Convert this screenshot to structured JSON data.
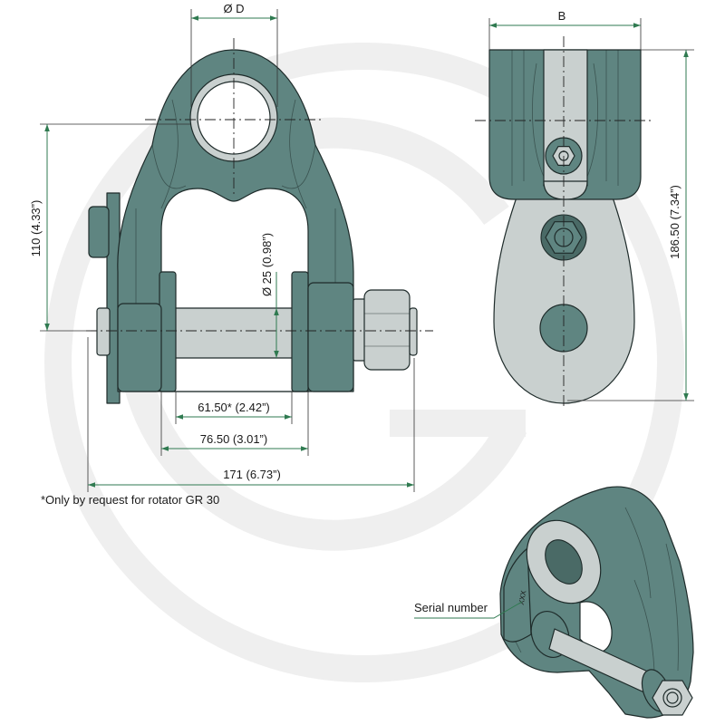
{
  "drawing": {
    "front_view": {
      "bore_label": "Ø D",
      "height_label": "110 (4.33”)",
      "pin_diameter_label": "Ø 25 (0.98”)",
      "inner_width_label": "61.50* (2.42”)",
      "flange_width_label": "76.50 (3.01”)",
      "overall_length_label": "171 (6.73”)"
    },
    "side_view": {
      "width_label": "B",
      "height_label": "186.50 (7.34”)"
    },
    "isometric_view": {
      "callout_label": "Serial number",
      "marking": "XXX"
    },
    "footnote": "*Only by request for rotator GR 30"
  },
  "watermark": {
    "icon": "brand-logo-watermark-icon"
  },
  "colors": {
    "body": "#5f8581",
    "steel": "#c9d0cf",
    "outline": "#1e2b2a",
    "dimension": "#2f7a50",
    "watermark": "#efefef"
  }
}
